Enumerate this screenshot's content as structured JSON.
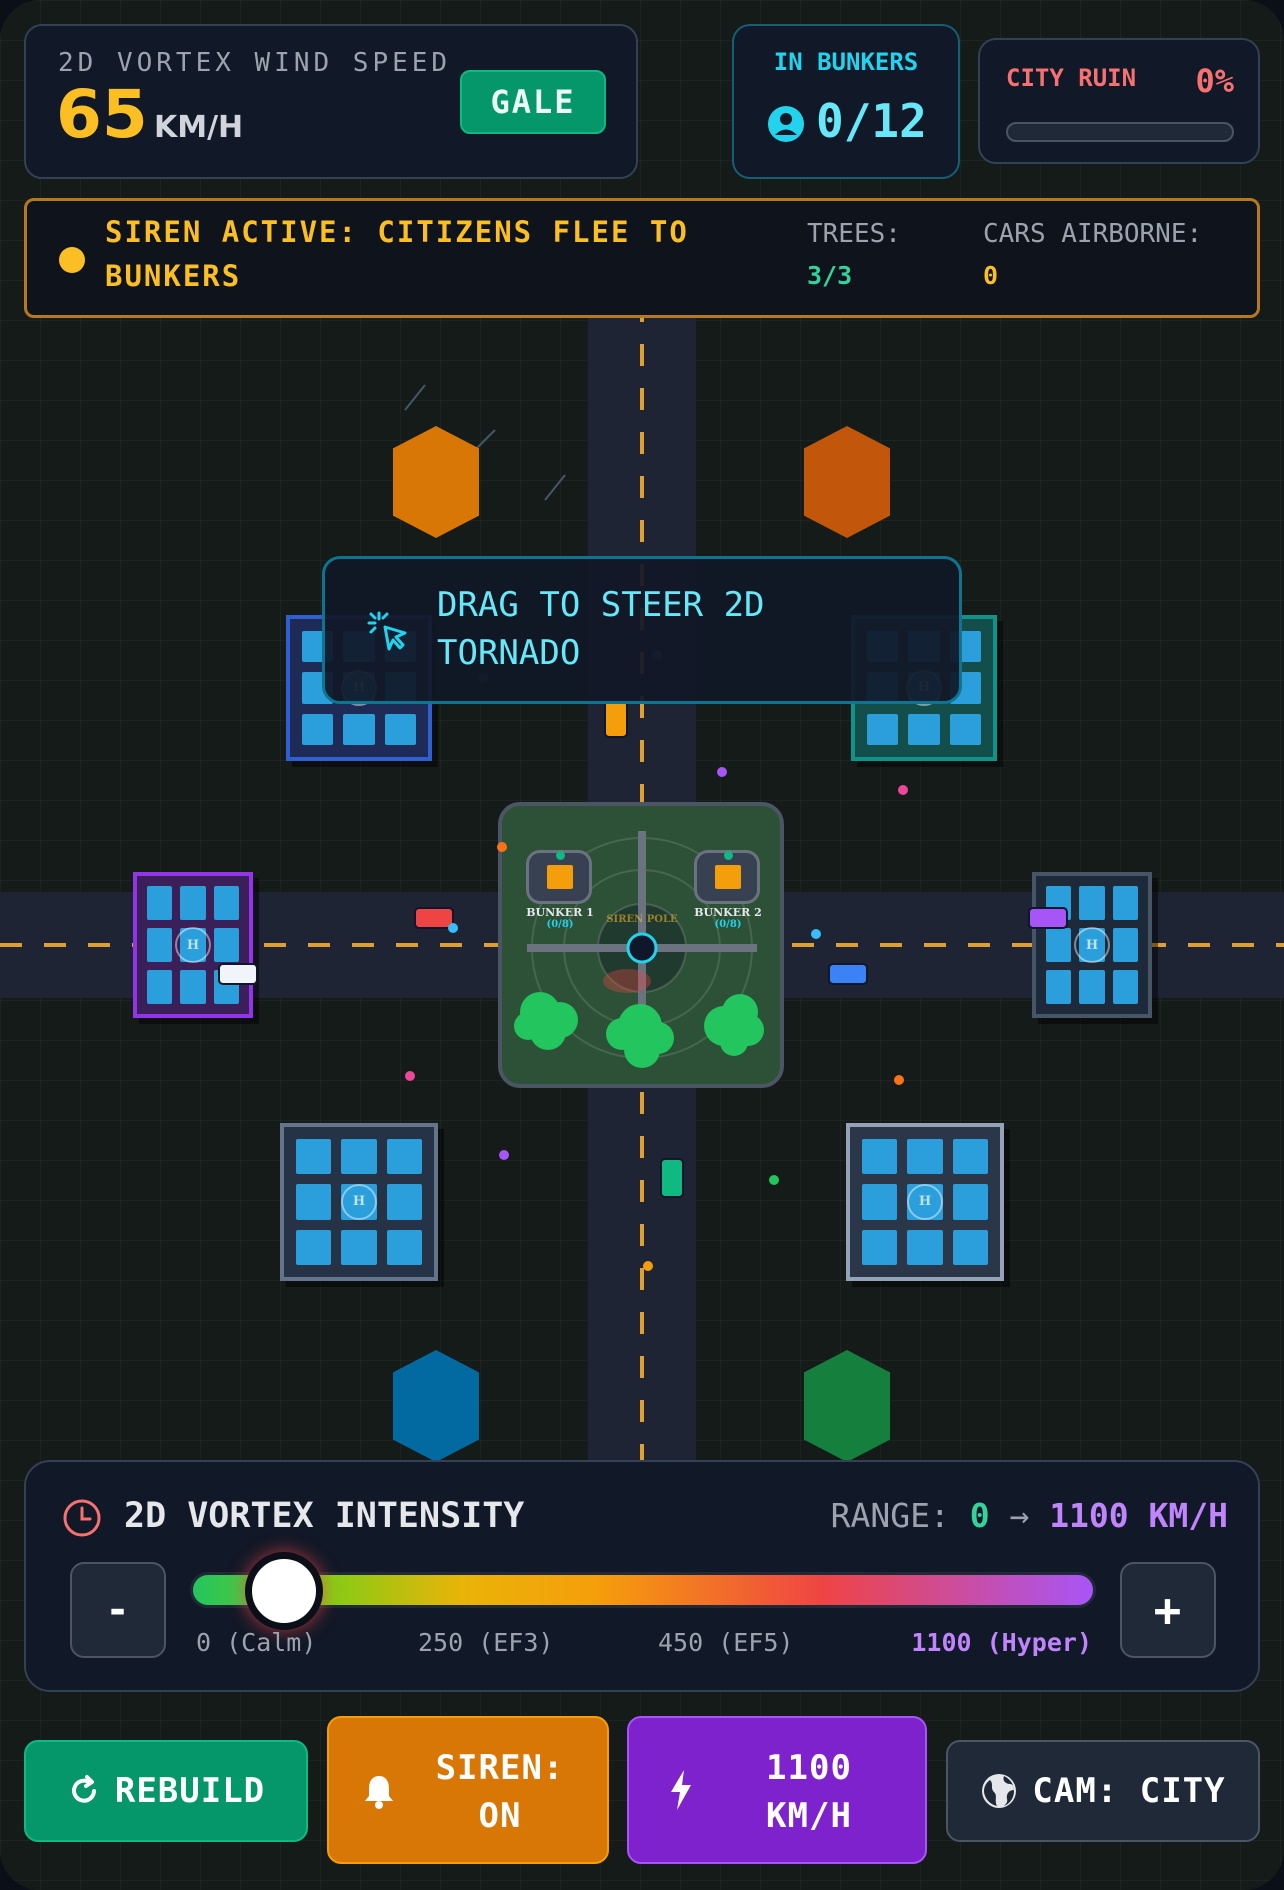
{
  "wind": {
    "label": "2D VORTEX WIND SPEED",
    "value": "65",
    "unit": "KM/H",
    "badge": "GALE"
  },
  "bunkers": {
    "label": "IN BUNKERS",
    "count": "0/12"
  },
  "ruin": {
    "label": "CITY RUIN",
    "value": "0%",
    "fill": 0
  },
  "alert": {
    "message_line1": "SIREN ACTIVE: CITIZENS FLEE TO",
    "message_line2": "BUNKERS",
    "trees_label": "TREES:",
    "trees_value": "3/3",
    "cars_label": "CARS AIRBORNE:",
    "cars_value": "0"
  },
  "tooltip": {
    "line1": "DRAG TO STEER 2D",
    "line2": "TORNADO"
  },
  "plaza": {
    "bunker1": "BUNKER 1",
    "bunker1_count": "(0/8)",
    "bunker2": "BUNKER 2",
    "bunker2_count": "(0/8)",
    "pole": "SIREN POLE"
  },
  "intensity": {
    "title": "2D VORTEX INTENSITY",
    "range_label": "RANGE:",
    "range_min": "0",
    "range_arrow": "→",
    "range_max": "1100 KM/H",
    "minus": "-",
    "plus": "+",
    "slider_value": 65,
    "slider_max": 1100,
    "ticks": [
      "0 (Calm)",
      "250 (EF3)",
      "450 (EF5)",
      "1100 (Hyper)"
    ]
  },
  "actions": {
    "rebuild": "REBUILD",
    "siren_line1": "SIREN:",
    "siren_line2": "ON",
    "speed_line1": "1100",
    "speed_line2": "KM/H",
    "cam": "CAM: CITY"
  },
  "colors": {
    "accent_yellow": "#fbbf24",
    "gale_green": "#059669",
    "siren_orange": "#d97706",
    "hyper_purple": "#7e22ce",
    "cyan": "#22d3ee",
    "ruin_red": "#f87171"
  }
}
